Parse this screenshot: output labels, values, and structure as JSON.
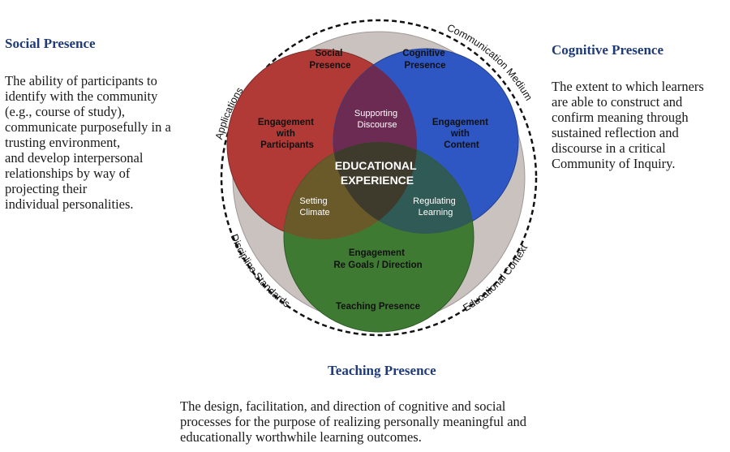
{
  "social": {
    "heading": "Social Presence",
    "description": "The ability of participants to\nidentify with the community\n(e.g., course of study),\ncommunicate purposefully in a\ntrusting environment,\nand develop interpersonal\nrelationships by way of\nprojecting their\nindividual personalities."
  },
  "cognitive": {
    "heading": "Cognitive Presence",
    "description": "The extent to which learners\nare able to construct and\nconfirm meaning through\nsustained reflection and\ndiscourse in a critical\nCommunity of Inquiry."
  },
  "teaching": {
    "heading": "Teaching Presence",
    "description": "The design, facilitation, and direction of cognitive and social\nprocesses for the purpose of realizing personally meaningful and\neducationally worthwhile learning outcomes."
  },
  "diagram": {
    "ring_labels": {
      "applications": "Applications",
      "communication_medium": "Communication Medium",
      "educational_context": "Educational Context",
      "discipline_standards": "Discipline Standards"
    },
    "circle_titles": {
      "social_line1": "Social",
      "social_line2": "Presence",
      "cognitive_line1": "Cognitive",
      "cognitive_line2": "Presence",
      "teaching": "Teaching Presence"
    },
    "regions": {
      "social_line1": "Engagement",
      "social_line2": "with",
      "social_line3": "Participants",
      "cognitive_line1": "Engagement",
      "cognitive_line2": "with",
      "cognitive_line3": "Content",
      "teaching_line1": "Engagement",
      "teaching_line2": "Re Goals / Direction",
      "supporting_line1": "Supporting",
      "supporting_line2": "Discourse",
      "setting_line1": "Setting",
      "setting_line2": "Climate",
      "regulating_line1": "Regulating",
      "regulating_line2": "Learning",
      "center_line1": "EDUCATIONAL",
      "center_line2": "EXPERIENCE"
    },
    "colors": {
      "outer_disk": "#c9c2bf",
      "social": "#b23a36",
      "cognitive": "#2f57c4",
      "teaching": "#3f7a33",
      "heading": "#1f3a78"
    }
  }
}
